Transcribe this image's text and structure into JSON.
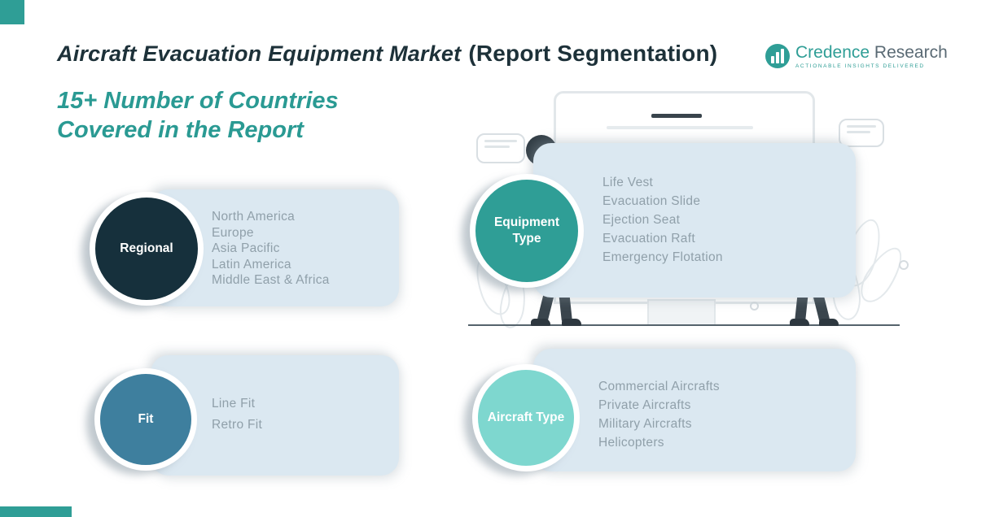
{
  "page": {
    "title_main": "Aircraft Evacuation Equipment Market",
    "title_paren": "(Report Segmentation)",
    "subtitle_line1": "15+ Number of Countries",
    "subtitle_line2": "Covered in the Report"
  },
  "logo": {
    "name_primary": "Credence",
    "name_secondary": " Research",
    "tagline": "Actionable Insights Delivered",
    "icon": "bar-chart-icon"
  },
  "segments": [
    {
      "id": "regional",
      "label": "Regional",
      "circle_color": "#16303c",
      "items": [
        "North America",
        "Europe",
        "Asia Pacific",
        "Latin America",
        "Middle East & Africa"
      ]
    },
    {
      "id": "equipment-type",
      "label": "Equipment Type",
      "circle_color": "#2f9e96",
      "items": [
        "Life Vest",
        "Evacuation Slide",
        "Ejection Seat",
        "Evacuation Raft",
        "Emergency Flotation"
      ]
    },
    {
      "id": "fit",
      "label": "Fit",
      "circle_color": "#3e7f9e",
      "items": [
        "Line Fit",
        "Retro Fit"
      ]
    },
    {
      "id": "aircraft-type",
      "label": "Aircraft Type",
      "circle_color": "#7ed7cf",
      "items": [
        "Commercial Aircrafts",
        "Private Aircrafts",
        "Military Aircrafts",
        "Helicopters"
      ]
    }
  ],
  "colors": {
    "accent_teal": "#2f9e96",
    "panel_bg": "#dbe8f1",
    "title_text": "#1d3139",
    "subtitle_text": "#2a9a93",
    "list_text": "#90a0aa"
  }
}
